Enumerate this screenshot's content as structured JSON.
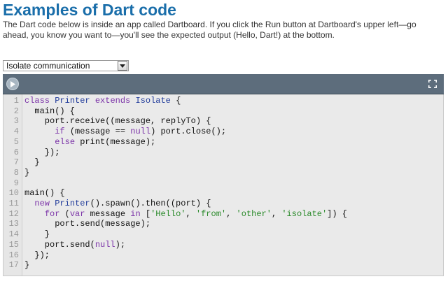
{
  "page": {
    "title": "Examples of Dart code",
    "intro": "The Dart code below is inside an app called Dartboard. If you click the Run button at Dartboard's upper left—go ahead, you know you want to—you'll see the expected output (Hello, Dart!) at the bottom."
  },
  "example_select": {
    "selected": "Isolate communication"
  },
  "toolbar": {
    "run_icon": "play-icon",
    "fullscreen_icon": "fullscreen-icon"
  },
  "colors": {
    "title": "#1a6eaa",
    "toolbar": "#5d6d7c",
    "keyword": "#7b33a8",
    "type": "#1f3a9a",
    "string": "#2a8a2a"
  },
  "code_lines": [
    {
      "n": "1",
      "segs": [
        [
          "kw",
          "class"
        ],
        [
          "code",
          " "
        ],
        [
          "ty",
          "Printer"
        ],
        [
          "code",
          " "
        ],
        [
          "kw",
          "extends"
        ],
        [
          "code",
          " "
        ],
        [
          "ty",
          "Isolate"
        ],
        [
          "code",
          " {"
        ]
      ]
    },
    {
      "n": "2",
      "segs": [
        [
          "code",
          "  main() {"
        ]
      ]
    },
    {
      "n": "3",
      "segs": [
        [
          "code",
          "    port.receive((message, replyTo) {"
        ]
      ]
    },
    {
      "n": "4",
      "segs": [
        [
          "code",
          "      "
        ],
        [
          "kw",
          "if"
        ],
        [
          "code",
          " (message == "
        ],
        [
          "nl",
          "null"
        ],
        [
          "code",
          ") port.close();"
        ]
      ]
    },
    {
      "n": "5",
      "segs": [
        [
          "code",
          "      "
        ],
        [
          "kw",
          "else"
        ],
        [
          "code",
          " print(message);"
        ]
      ]
    },
    {
      "n": "6",
      "segs": [
        [
          "code",
          "    });"
        ]
      ]
    },
    {
      "n": "7",
      "segs": [
        [
          "code",
          "  }"
        ]
      ]
    },
    {
      "n": "8",
      "segs": [
        [
          "code",
          "}"
        ]
      ]
    },
    {
      "n": "9",
      "segs": [
        [
          "code",
          ""
        ]
      ]
    },
    {
      "n": "10",
      "segs": [
        [
          "code",
          "main() {"
        ]
      ]
    },
    {
      "n": "11",
      "segs": [
        [
          "code",
          "  "
        ],
        [
          "kw",
          "new"
        ],
        [
          "code",
          " "
        ],
        [
          "ty",
          "Printer"
        ],
        [
          "code",
          "().spawn().then((port) {"
        ]
      ]
    },
    {
      "n": "12",
      "segs": [
        [
          "code",
          "    "
        ],
        [
          "kw",
          "for"
        ],
        [
          "code",
          " ("
        ],
        [
          "kw",
          "var"
        ],
        [
          "code",
          " message "
        ],
        [
          "kw",
          "in"
        ],
        [
          "code",
          " ["
        ],
        [
          "str",
          "'Hello'"
        ],
        [
          "code",
          ", "
        ],
        [
          "str",
          "'from'"
        ],
        [
          "code",
          ", "
        ],
        [
          "str",
          "'other'"
        ],
        [
          "code",
          ", "
        ],
        [
          "str",
          "'isolate'"
        ],
        [
          "code",
          "]) {"
        ]
      ]
    },
    {
      "n": "13",
      "segs": [
        [
          "code",
          "      port.send(message);"
        ]
      ]
    },
    {
      "n": "14",
      "segs": [
        [
          "code",
          "    }"
        ]
      ]
    },
    {
      "n": "15",
      "segs": [
        [
          "code",
          "    port.send("
        ],
        [
          "nl",
          "null"
        ],
        [
          "code",
          ");"
        ]
      ]
    },
    {
      "n": "16",
      "segs": [
        [
          "code",
          "  });"
        ]
      ]
    },
    {
      "n": "17",
      "segs": [
        [
          "code",
          "}"
        ]
      ]
    }
  ]
}
